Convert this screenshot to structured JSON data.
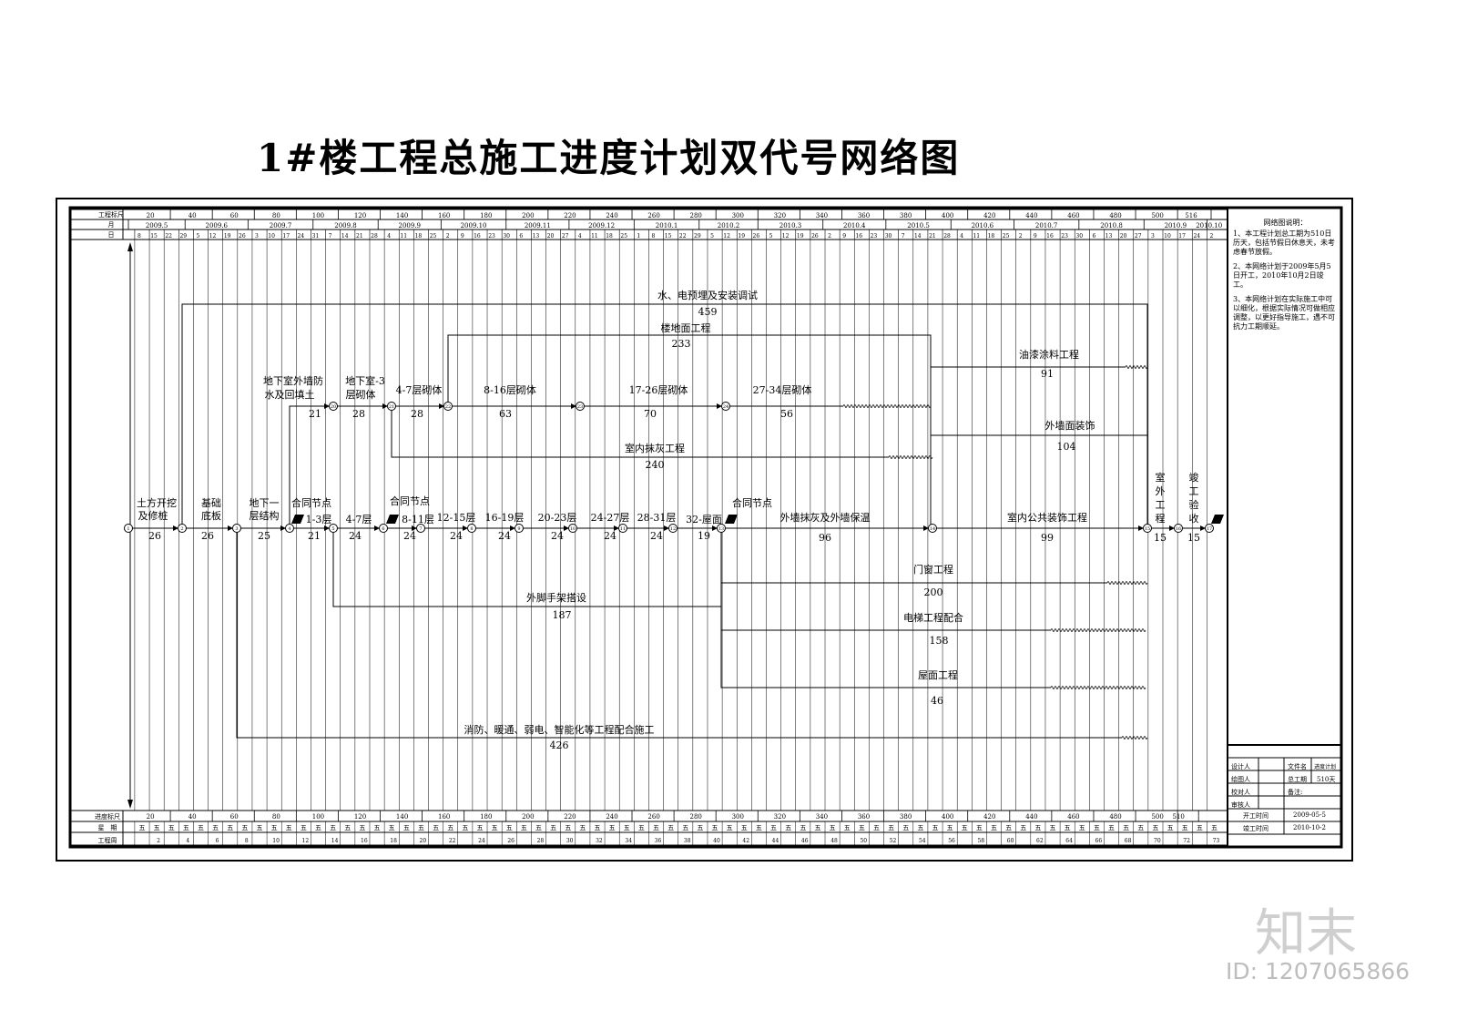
{
  "title": "1#楼工程总施工进度计划双代号网络图",
  "header": {
    "row1_label": "工程标尺",
    "row2_label": "月",
    "row3_label": "日",
    "scale": [
      "20",
      "40",
      "60",
      "80",
      "100",
      "120",
      "140",
      "160",
      "180",
      "200",
      "220",
      "240",
      "260",
      "280",
      "300",
      "320",
      "340",
      "360",
      "380",
      "400",
      "420",
      "440",
      "460",
      "480",
      "500",
      "516"
    ],
    "months": [
      "2009.5",
      "2009.6",
      "2009.7",
      "2009.8",
      "2009.9",
      "2009.10",
      "2009.11",
      "2009.12",
      "2010.1",
      "2010.2",
      "2010.3",
      "2010.4",
      "2010.5",
      "2010.6",
      "2010.7",
      "2010.8",
      "2010.9",
      "2010.10"
    ],
    "days": [
      "8",
      "15",
      "22",
      "29",
      "5",
      "12",
      "19",
      "26",
      "3",
      "10",
      "17",
      "24",
      "31",
      "7",
      "14",
      "21",
      "28",
      "4",
      "11",
      "18",
      "25",
      "2",
      "9",
      "16",
      "23",
      "30",
      "6",
      "13",
      "20",
      "27",
      "4",
      "11",
      "18",
      "25",
      "1",
      "8",
      "15",
      "22",
      "29",
      "5",
      "12",
      "19",
      "26",
      "5",
      "12",
      "19",
      "26",
      "2",
      "9",
      "16",
      "23",
      "30",
      "7",
      "14",
      "21",
      "28",
      "4",
      "11",
      "18",
      "25",
      "2",
      "9",
      "16",
      "23",
      "30",
      "6",
      "13",
      "20",
      "27",
      "3",
      "10",
      "17",
      "24",
      "2"
    ]
  },
  "footer": {
    "row1_label": "进度标尺",
    "row2_label": "星　期",
    "row3_label": "工程周",
    "scale": [
      "20",
      "40",
      "60",
      "80",
      "100",
      "120",
      "140",
      "160",
      "180",
      "200",
      "220",
      "240",
      "260",
      "280",
      "300",
      "320",
      "340",
      "360",
      "380",
      "400",
      "420",
      "440",
      "460",
      "480",
      "500",
      "510"
    ],
    "weekday": "五",
    "weeks": [
      "2",
      "4",
      "6",
      "8",
      "10",
      "12",
      "14",
      "16",
      "18",
      "20",
      "22",
      "24",
      "26",
      "28",
      "30",
      "32",
      "34",
      "36",
      "38",
      "40",
      "42",
      "44",
      "46",
      "48",
      "50",
      "52",
      "54",
      "56",
      "58",
      "60",
      "62",
      "64",
      "66",
      "68",
      "70",
      "72",
      "73"
    ]
  },
  "tasks": {
    "t1": {
      "name": "土方开挖及修桩",
      "name1": "土方开挖",
      "name2": "及修桩",
      "dur": "26"
    },
    "t2": {
      "name1": "基础",
      "name2": "底板",
      "dur": "26"
    },
    "t3": {
      "name1": "地下一",
      "name2": "层结构",
      "dur": "25"
    },
    "t4": {
      "name": "合同节点",
      "sub": "1-3层",
      "dur": "21"
    },
    "t5": {
      "name": "4-7层",
      "dur": "24"
    },
    "t6": {
      "name": "合同节点",
      "sub": "8-11层",
      "dur": "24"
    },
    "t7": {
      "name": "12-15层",
      "dur": "24"
    },
    "t8": {
      "name": "16-19层",
      "dur": "24"
    },
    "t9": {
      "name": "20-23层",
      "dur": "24"
    },
    "t10": {
      "name": "24-27层",
      "dur": "24"
    },
    "t11": {
      "name": "28-31层",
      "dur": "24"
    },
    "t12": {
      "name": "32-屋面",
      "dur": "19"
    },
    "t13": {
      "name": "合同节点"
    },
    "t14": {
      "name": "外墙抹灰及外墙保温",
      "dur": "96"
    },
    "t15": {
      "name": "室内公共装饰工程",
      "dur": "99"
    },
    "t16": {
      "name": "室外工程",
      "c1": "室",
      "c2": "外",
      "c3": "工",
      "c4": "程",
      "dur": "15"
    },
    "t17": {
      "name": "竣工验收",
      "c1": "竣",
      "c2": "工",
      "c3": "验",
      "c4": "收",
      "dur": "15"
    },
    "w1": {
      "name1": "地下室外墙防",
      "name2": "水及回填土",
      "dur": "21"
    },
    "w2": {
      "name1": "地下室-3",
      "name2": "层砌体",
      "dur": "28"
    },
    "w3": {
      "name": "4-7层砌体",
      "dur": "28"
    },
    "w4": {
      "name": "8-16层砌体",
      "dur": "63"
    },
    "w5": {
      "name": "17-26层砌体",
      "dur": "70"
    },
    "w6": {
      "name": "27-34层砌体",
      "dur": "56"
    },
    "e1": {
      "name": "水、电预埋及安装调试",
      "dur": "459"
    },
    "e2": {
      "name": "楼地面工程",
      "dur": "233"
    },
    "e3": {
      "name": "油漆涂料工程",
      "dur": "91"
    },
    "e4": {
      "name": "外墙面装饰",
      "dur": "104"
    },
    "e5": {
      "name": "室内抹灰工程",
      "dur": "240"
    },
    "e6": {
      "name": "门窗工程",
      "dur": "200"
    },
    "e7": {
      "name": "外脚手架搭设",
      "dur": "187"
    },
    "e8": {
      "name": "电梯工程配合",
      "dur": "158"
    },
    "e9": {
      "name": "屋面工程",
      "dur": "46"
    },
    "e10": {
      "name": "消防、暖通、弱电、智能化等工程配合施工",
      "dur": "426"
    }
  },
  "notes": {
    "heading": "网络图说明：",
    "n1": "1、本工程计划总工期为510日历天，包括节假日休息天，未考虑春节放假。",
    "n2": "2、本网络计划于2009年5月5日开工，2010年10月2日竣工。",
    "n3": "3、本网络计划在实际施工中可以细化，根据实际情况可做相应调整，以更好指导施工，遇不可抗力工期顺延。"
  },
  "titleblock": {
    "designer_label": "设计人",
    "drawer_label": "绘图人",
    "checker_label": "校对人",
    "reviewer_label": "审核人",
    "file_label": "文件名",
    "file_value": "进度计划",
    "period_label": "总工期",
    "period_value": "510天",
    "remark_label": "备注:",
    "start_label": "开工时间",
    "start_value": "2009-05-5",
    "end_label": "竣工时间",
    "end_value": "2010-10-2"
  },
  "branding": {
    "logo_text": "知末",
    "image_id": "ID: 1207065866"
  }
}
